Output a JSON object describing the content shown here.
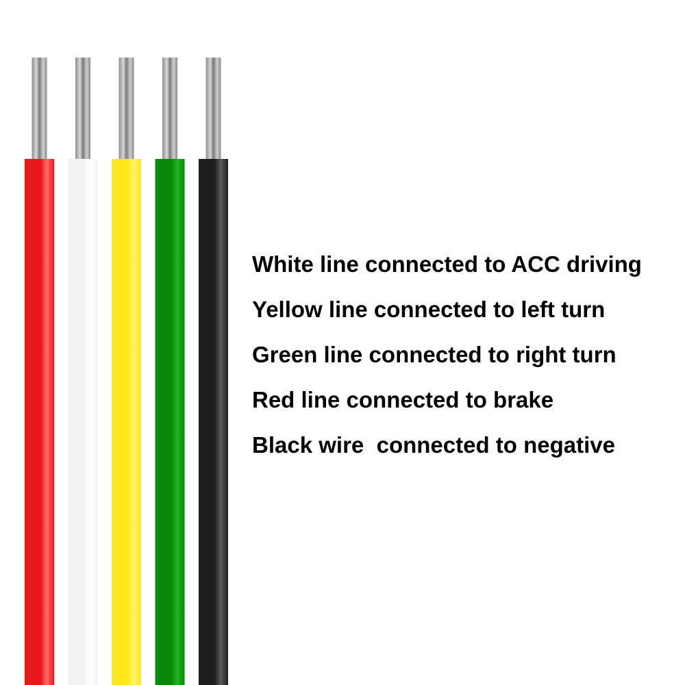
{
  "wires": [
    {
      "color_name": "red",
      "insulation": "#e81818",
      "highlight": "#ff6b6b"
    },
    {
      "color_name": "white",
      "insulation": "#f2f2f2",
      "highlight": "#ffffff"
    },
    {
      "color_name": "yellow",
      "insulation": "#ffe81a",
      "highlight": "#fff36a"
    },
    {
      "color_name": "green",
      "insulation": "#0a8a0a",
      "highlight": "#22b322"
    },
    {
      "color_name": "black",
      "insulation": "#1e1e1e",
      "highlight": "#5a5a5a"
    }
  ],
  "conductor_color": "#a8a8a8",
  "legend": [
    "White line connected to ACC driving",
    "Yellow line connected to left turn",
    "Green line connected to right turn",
    "Red line connected to brake",
    "Black wire  connected to negative"
  ]
}
